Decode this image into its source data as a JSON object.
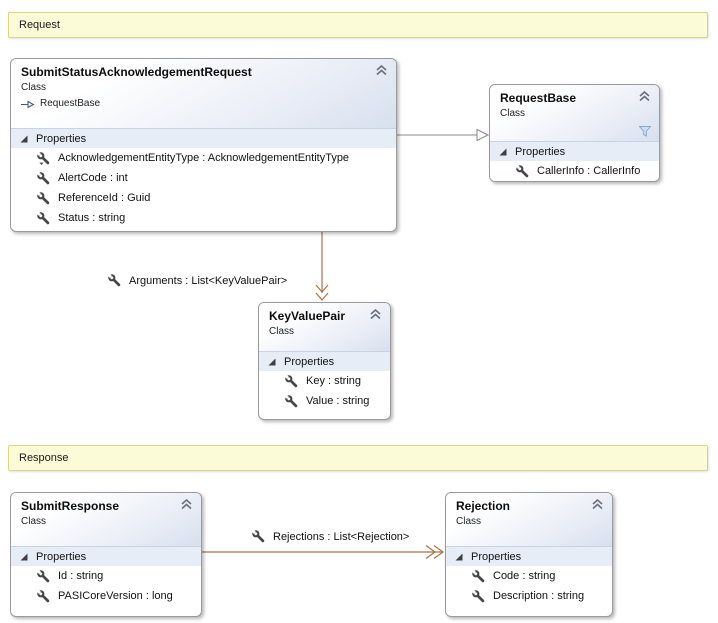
{
  "sections": {
    "request": {
      "label": "Request"
    },
    "response": {
      "label": "Response"
    }
  },
  "classes": {
    "submit_request": {
      "title": "SubmitStatusAcknowledgementRequest",
      "kind": "Class",
      "base": "RequestBase",
      "properties_label": "Properties",
      "properties": [
        "AcknowledgementEntityType : AcknowledgementEntityType",
        "AlertCode : int",
        "ReferenceId : Guid",
        "Status : string"
      ]
    },
    "request_base": {
      "title": "RequestBase",
      "kind": "Class",
      "properties_label": "Properties",
      "properties": [
        "CallerInfo : CallerInfo"
      ]
    },
    "key_value_pair": {
      "title": "KeyValuePair",
      "kind": "Class",
      "properties_label": "Properties",
      "properties": [
        "Key : string",
        "Value : string"
      ]
    },
    "submit_response": {
      "title": "SubmitResponse",
      "kind": "Class",
      "properties_label": "Properties",
      "properties": [
        "Id : string",
        "PASICoreVersion : long"
      ]
    },
    "rejection": {
      "title": "Rejection",
      "kind": "Class",
      "properties_label": "Properties",
      "properties": [
        "Code : string",
        "Description : string"
      ]
    }
  },
  "connectors": {
    "inheritance": {
      "from": "SubmitStatusAcknowledgementRequest",
      "to": "RequestBase",
      "style": "open-triangle"
    },
    "arguments": {
      "label": "Arguments : List<KeyValuePair>"
    },
    "rejections": {
      "label": "Rejections : List<Rejection>"
    }
  },
  "icons": {
    "collapse": "double-chevron-up",
    "expander": "black-triangle-expanded",
    "property": "wrench",
    "inheritance": "open-arrow-right",
    "filter": "funnel"
  },
  "colors": {
    "banner_bg": "#fbfbd8",
    "banner_border": "#d6d687",
    "box_border": "#9a9a9a",
    "header_gradient_end": "#d8e0ee",
    "props_row_bg": "#e7edf7",
    "association_line": "#ab7246",
    "inheritance_line": "#8a8a8a",
    "filter_icon_fill": "#cfdff2"
  }
}
